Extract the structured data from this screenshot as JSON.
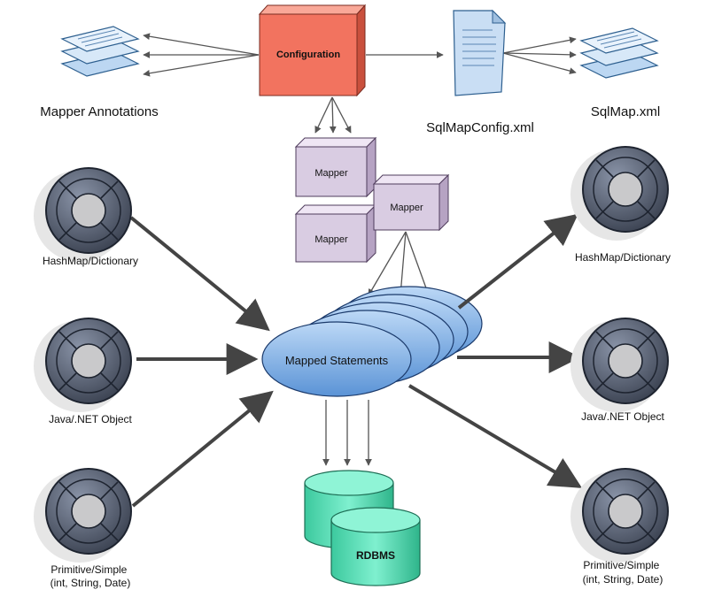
{
  "nodes": {
    "configuration": "Configuration",
    "mapper_annotations": "Mapper Annotations",
    "sqlmapconfig": "SqlMapConfig.xml",
    "sqlmap": "SqlMap.xml",
    "mapper_1": "Mapper",
    "mapper_2": "Mapper",
    "mapper_3": "Mapper",
    "mapped_statements": "Mapped Statements",
    "rdbms": "RDBMS"
  },
  "inputs": [
    {
      "label": "HashMap/Dictionary"
    },
    {
      "label": "Java/.NET Object"
    },
    {
      "label_lines": [
        "Primitive/Simple",
        "(int, String, Date)"
      ]
    }
  ],
  "outputs": [
    {
      "label": "HashMap/Dictionary"
    },
    {
      "label": "Java/.NET Object"
    },
    {
      "label_lines": [
        "Primitive/Simple",
        "(int, String, Date)"
      ]
    }
  ],
  "colors": {
    "configuration": "#f2735f",
    "mapper_box": "#d9cce2",
    "ellipse": "#7fb0e6",
    "rdbms": "#4fd8b0",
    "arrow": "#555555",
    "ring_outer": "#4a5263",
    "ring_inner": "#c9c9cb",
    "document": "#bcd7f2"
  }
}
